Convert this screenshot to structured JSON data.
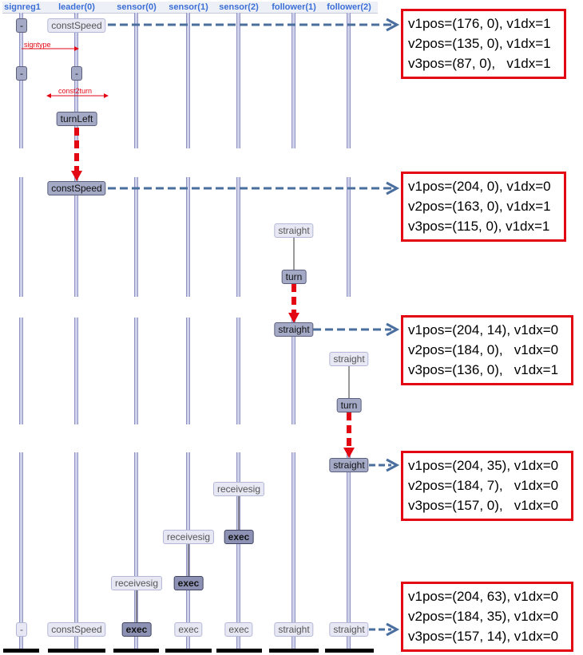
{
  "lanes": [
    "signreg1",
    "leader(0)",
    "sensor(0)",
    "sensor(1)",
    "sensor(2)",
    "follower(1)",
    "follower(2)"
  ],
  "blocks": {
    "dash": "-",
    "const_speed": "constSpeed",
    "turn_left": "turnLeft",
    "straight": "straight",
    "turn": "turn",
    "receivesig": "receivesig",
    "exec": "exec"
  },
  "arrow_labels": {
    "signtype": "signtype",
    "const2turn": "const2turn"
  },
  "state_boxes": [
    [
      "v1pos=(176, 0), v1dx=1",
      "v2pos=(135, 0), v1dx=1",
      "v3pos=(87, 0),   v1dx=1"
    ],
    [
      "v1pos=(204, 0), v1dx=0",
      "v2pos=(163, 0), v1dx=1",
      "v3pos=(115, 0), v1dx=1"
    ],
    [
      "v1pos=(204, 14), v1dx=0",
      "v2pos=(184, 0),   v1dx=0",
      "v3pos=(136, 0),   v1dx=1"
    ],
    [
      "v1pos=(204, 35), v1dx=0",
      "v2pos=(184, 7),   v1dx=0",
      "v3pos=(157, 0),   v1dx=0"
    ],
    [
      "v1pos=(204, 63), v1dx=0",
      "v2pos=(184, 35), v1dx=0",
      "v3pos=(157, 14), v1dx=0"
    ]
  ],
  "colors": {
    "lane_header": "#3b6fd6",
    "transition": "#e30613",
    "state_arrow": "#4a6f9e",
    "box_border": "#e30613"
  }
}
